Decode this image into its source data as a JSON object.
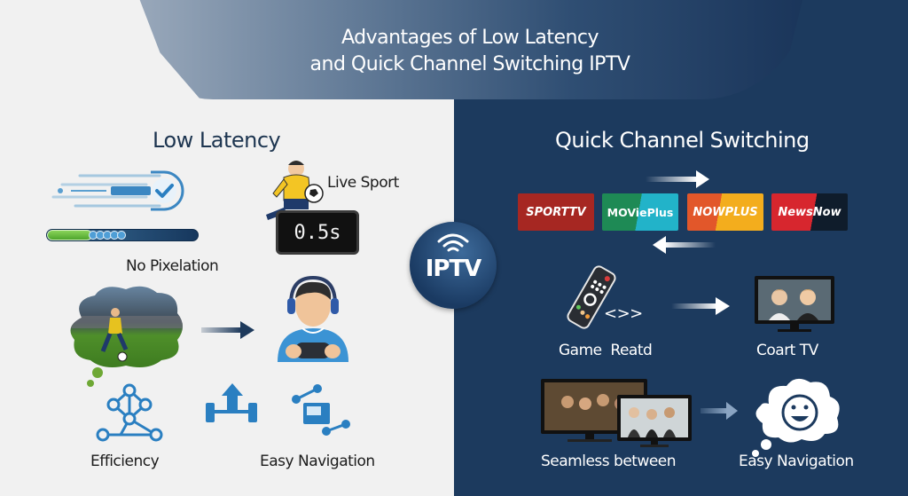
{
  "title": {
    "line1": "Advantages of Low Latency",
    "line2": "and Quick Channel Switching IPTV"
  },
  "left": {
    "heading": "Low Latency",
    "speed_icon": "speed-check-icon",
    "latency_progress": {
      "filled_fraction": 0.3,
      "segments": 5
    },
    "live_sport": {
      "label": "Live Sport",
      "icon": "soccer-player-icon"
    },
    "timer": {
      "value": "0.5s",
      "icon": "digital-timer-icon"
    },
    "no_pixelation": {
      "label": "No Pixelation",
      "icon": "stadium-thought-cloud-icon"
    },
    "arrow": "arrow-right-icon",
    "gamer": "gamer-with-controller-icon",
    "efficiency": {
      "label": "Efficiency",
      "icon": "network-nodes-icon"
    },
    "upload_icon": "upload-arrow-icon",
    "easy_navigation": {
      "label": "Easy Navigation",
      "icon": "navigation-panel-icon"
    }
  },
  "center": {
    "badge": "IPTV",
    "icon": "wifi-signal-icon"
  },
  "right": {
    "heading": "Quick Channel Switching",
    "channels": [
      {
        "name": "SPORTTV",
        "color": "#a62722"
      },
      {
        "name": "MOViePlus",
        "color": "#1e8a55"
      },
      {
        "name": "NOWPLUS",
        "color": "#e2572a"
      },
      {
        "name": "NewsNow",
        "color": "#d7262e"
      }
    ],
    "remote": {
      "label": "Game  Reatd",
      "glyph": "<>>",
      "icon": "remote-control-icon"
    },
    "tv": {
      "label": "Coart TV",
      "icon": "tv-screen-icon"
    },
    "seamless": {
      "label": "Seamless between",
      "icon": "dual-tv-icon"
    },
    "easy_navigation": {
      "label": "Easy Navigation",
      "icon": "smiley-cloud-icon"
    }
  },
  "colors": {
    "left_bg": "#f1f1f1",
    "right_bg": "#1c3a5e",
    "accent_blue": "#2a7fc1",
    "heading_dark": "#1d3550"
  }
}
